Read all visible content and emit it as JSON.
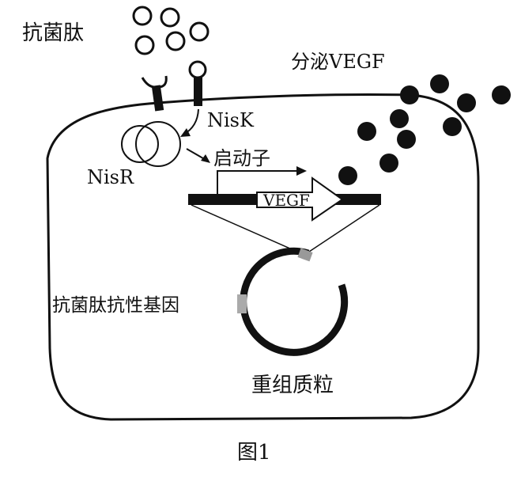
{
  "figure": {
    "caption": "图1",
    "labels": {
      "peptide": "抗菌肽",
      "secrete": "分泌VEGF",
      "nisk": "NisK",
      "nisr": "NisR",
      "promoter": "启动子",
      "gene": "VEGF",
      "resistance_gene": "抗菌肽抗性基因",
      "plasmid": "重组质粒"
    }
  }
}
